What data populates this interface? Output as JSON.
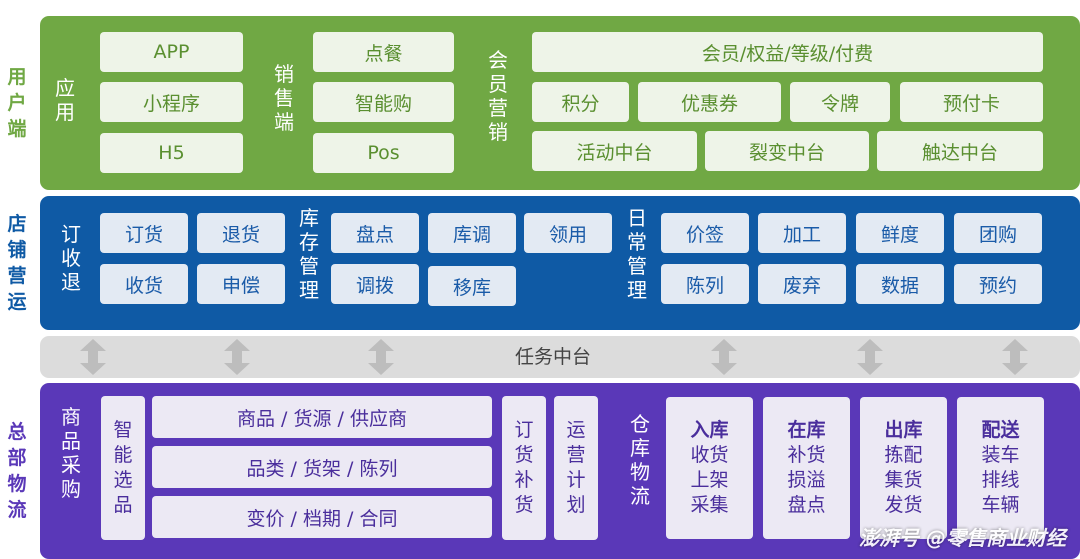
{
  "sides": {
    "user": [
      "用",
      "户",
      "端"
    ],
    "store": [
      "店",
      "铺",
      "营",
      "运"
    ],
    "hq": [
      "总",
      "部",
      "物",
      "流"
    ]
  },
  "user_band": {
    "apps_label": [
      "应",
      "用"
    ],
    "apps": [
      "APP",
      "小程序",
      "H5"
    ],
    "sales_label": [
      "销",
      "售",
      "端"
    ],
    "sales": [
      "点餐",
      "智能购",
      "Pos"
    ],
    "member_label": [
      "会",
      "员",
      "营",
      "销"
    ],
    "member_top": "会员/权益/等级/付费",
    "member_row2": [
      "积分",
      "优惠券",
      "令牌",
      "预付卡"
    ],
    "member_row3": [
      "活动中台",
      "裂变中台",
      "触达中台"
    ]
  },
  "store_band": {
    "order_label": [
      "订",
      "收",
      "退"
    ],
    "order": [
      "订货",
      "退货",
      "收货",
      "申偿"
    ],
    "stock_label": [
      "库",
      "存",
      "管",
      "理"
    ],
    "stock": [
      "盘点",
      "库调",
      "领用",
      "调拨",
      "移库"
    ],
    "daily_label": [
      "日",
      "常",
      "管",
      "理"
    ],
    "daily": [
      "价签",
      "加工",
      "鲜度",
      "团购",
      "陈列",
      "废弃",
      "数据",
      "预约"
    ]
  },
  "task_center": "任务中台",
  "hq_band": {
    "goods_label": [
      "商",
      "品",
      "采",
      "购"
    ],
    "smart": [
      "智",
      "能",
      "选",
      "品"
    ],
    "rows": [
      "商品 / 货源 / 供应商",
      "品类 / 货架 / 陈列",
      "变价 / 档期 / 合同"
    ],
    "order_replenish": [
      "订",
      "货",
      "补",
      "货"
    ],
    "ops_plan": [
      "运",
      "营",
      "计",
      "划"
    ],
    "wh_label": [
      "仓",
      "库",
      "物",
      "流"
    ],
    "wh": [
      {
        "head": "入库",
        "items": [
          "收货",
          "上架",
          "采集"
        ]
      },
      {
        "head": "在库",
        "items": [
          "补货",
          "损溢",
          "盘点"
        ]
      },
      {
        "head": "出库",
        "items": [
          "拣配",
          "集货",
          "发货"
        ]
      },
      {
        "head": "配送",
        "items": [
          "装车",
          "排线",
          "车辆"
        ]
      }
    ]
  },
  "watermark": "澎湃号 @零售商业财经",
  "colors": {
    "green": "#70a844",
    "blue": "#0f5aa5",
    "purple": "#5a38b8",
    "gray": "#dcdcdc"
  }
}
